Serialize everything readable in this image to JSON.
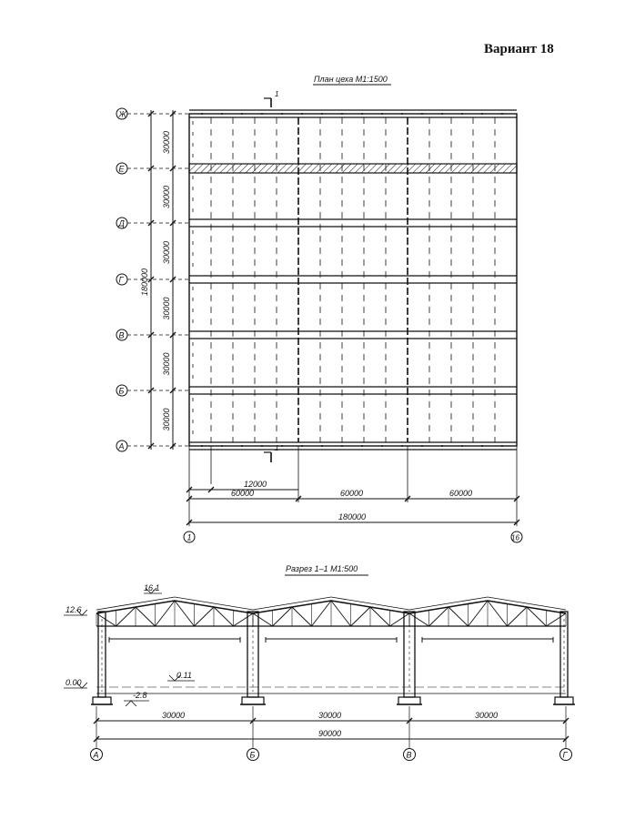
{
  "header": {
    "variant": "Вариант 18"
  },
  "plan": {
    "title": "План цеха  М1:1500",
    "section_mark": "1",
    "rows": [
      {
        "label": "Ж",
        "span": "30000"
      },
      {
        "label": "Е",
        "span": "30000"
      },
      {
        "label": "Д",
        "span": "30000"
      },
      {
        "label": "Г",
        "span": "30000"
      },
      {
        "label": "В",
        "span": "30000"
      },
      {
        "label": "Б",
        "span": "30000"
      },
      {
        "label": "А",
        "span": ""
      }
    ],
    "total_vertical": "180000",
    "dim_12000": "12000",
    "bays": [
      "60000",
      "60000",
      "60000"
    ],
    "total_horizontal": "180000",
    "axis_start": "1",
    "axis_end": "16"
  },
  "section": {
    "title": "Разрез  1–1  М1:500",
    "elev_top": "12.6",
    "elev_ridge": "16.1",
    "elev_zero": "0.00",
    "elev_floor": "0.11",
    "elev_found": "-2.8",
    "spans": [
      "30000",
      "30000",
      "30000"
    ],
    "total": "90000",
    "axes": [
      "А",
      "Б",
      "В",
      "Г"
    ]
  }
}
